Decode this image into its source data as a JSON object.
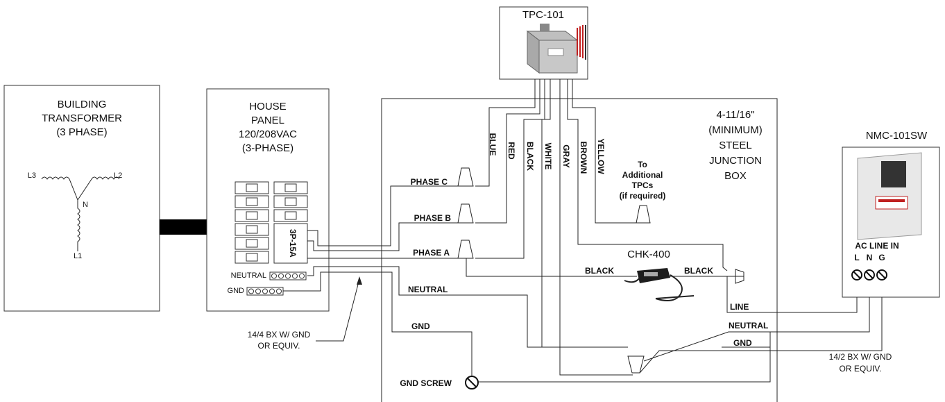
{
  "transformer": {
    "title_line1": "BUILDING",
    "title_line2": "TRANSFORMER",
    "title_line3": "(3 PHASE)",
    "l1": "L1",
    "l2": "L2",
    "l3": "L3",
    "n": "N"
  },
  "panel": {
    "line1": "HOUSE",
    "line2": "PANEL",
    "line3": "120/208VAC",
    "line4": "(3-PHASE)",
    "breaker_label": "3P-15A",
    "neutral_label": "NEUTRAL",
    "gnd_label": "GND"
  },
  "tpc": {
    "title": "TPC-101"
  },
  "junction": {
    "line1": "4-11/16\"",
    "line2": "(MINIMUM)",
    "line3": "STEEL",
    "line4": "JUNCTION",
    "line5": "BOX"
  },
  "wires": {
    "blue": "BLUE",
    "red": "RED",
    "black": "BLACK",
    "white": "WHITE",
    "gray": "GRAY",
    "brown": "BROWN",
    "yellow": "YELLOW"
  },
  "phases": {
    "c": "PHASE C",
    "b": "PHASE B",
    "a": "PHASE A",
    "neutral": "NEUTRAL",
    "gnd": "GND"
  },
  "additional": {
    "line1": "To",
    "line2": "Additional",
    "line3": "TPCs",
    "line4": "(if required)"
  },
  "chk": {
    "title": "CHK-400",
    "black_left": "BLACK",
    "black_right": "BLACK"
  },
  "nmc": {
    "title": "NMC-101SW",
    "ac_line_in": "AC LINE IN",
    "l": "L",
    "n": "N",
    "g": "G",
    "line": "LINE",
    "neutral": "NEUTRAL",
    "gnd": "GND"
  },
  "cables": {
    "bx4_line1": "14/4 BX W/ GND",
    "bx4_line2": "OR EQUIV.",
    "bx2_line1": "14/2 BX W/ GND",
    "bx2_line2": "OR EQUIV."
  },
  "gnd_screw": "GND SCREW"
}
